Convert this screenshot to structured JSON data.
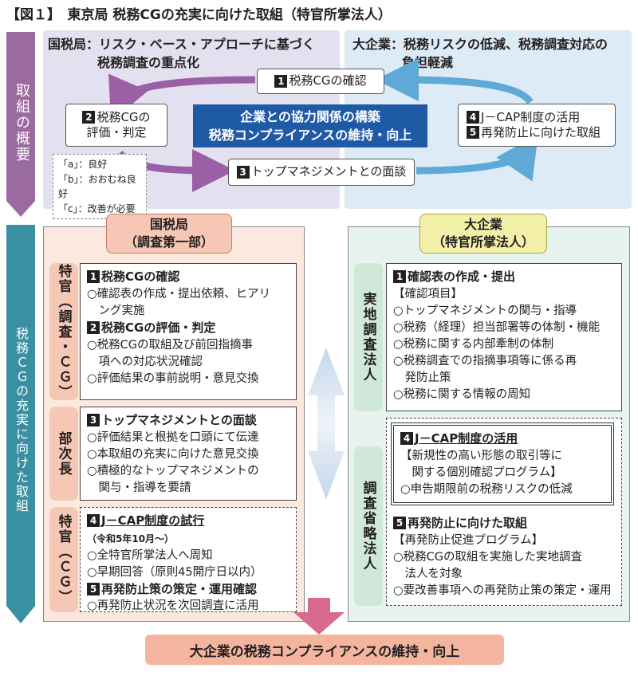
{
  "figure_title": "【図１】　東京局 税務CGの充実に向けた取組（特官所掌法人）",
  "sidebar": {
    "overview_label": "取組の概要",
    "details_label": "税務ＣＧの充実に向けた取組"
  },
  "overview": {
    "left_heading": [
      "国税局：リスク・ベース・アプローチに基づく",
      "税務調査の重点化"
    ],
    "right_heading": [
      "大企業：税務リスクの低減、税務調査対応の",
      "負担軽減"
    ],
    "step1": {
      "num": "1",
      "label": "税務CGの確認"
    },
    "step2": {
      "num": "2",
      "lines": [
        "税務CGの",
        "評価・判定"
      ]
    },
    "step3": {
      "num": "3",
      "label": "トップマネジメントとの面談"
    },
    "step4": {
      "num": "4",
      "label": "J－CAP制度の活用"
    },
    "step5": {
      "num": "5",
      "label": "再発防止に向けた取組"
    },
    "center": [
      "企業との協力関係の構築",
      "税務コンプライアンスの維持・向上"
    ],
    "legend": [
      "「a」：良好",
      "「b」：おおむね良好",
      "「c」：改善が必要"
    ],
    "colors": {
      "left_panel": "#e3e1ef",
      "right_panel": "#dcebf6",
      "purple_arrow": "#9b5fa5",
      "blue_arrow": "#5ea9d6",
      "center": "#1f5aa6"
    }
  },
  "left_org": {
    "header": [
      "国税局",
      "（調査第一部）"
    ],
    "roles": [
      "特官（調査・ＣＧ）",
      "部次長",
      "特官（ＣＧ）"
    ],
    "block1": [
      {
        "num": "1",
        "title": "税務CGの確認"
      },
      {
        "text": "○確認表の作成・提出依頼、ヒアリ"
      },
      {
        "text": "　ング実施"
      },
      {
        "num": "2",
        "title": "税務CGの評価・判定"
      },
      {
        "text": "○税務CGの取組及び前回指摘事"
      },
      {
        "text": "　項への対応状況確認"
      },
      {
        "text": "○評価結果の事前説明・意見交換"
      }
    ],
    "block2": [
      {
        "num": "3",
        "title": "トップマネジメントとの面談"
      },
      {
        "text": "○評価結果と根拠を口頭にて伝達"
      },
      {
        "text": "○本取組の充実に向けた意見交換"
      },
      {
        "text": "○積極的なトップマネジメントの"
      },
      {
        "text": "　関与・指導を要請"
      }
    ],
    "block3": [
      {
        "num": "4",
        "title": "J－CAP制度の試行",
        "suffix": "（令和5年10月～）"
      },
      {
        "text": "○全特官所掌法人へ周知"
      },
      {
        "text": "○早期回答（原則45開庁日以内）"
      },
      {
        "num": "5",
        "title": "再発防止策の策定・運用確認"
      },
      {
        "text": "○再発防止状況を次回調査に活用"
      }
    ]
  },
  "right_org": {
    "header": [
      "大企業",
      "（特官所掌法人）"
    ],
    "roles": [
      "実地調査法人",
      "調査省略法人"
    ],
    "block1": [
      {
        "num": "1",
        "title": "確認表の作成・提出"
      },
      {
        "text": "【確認項目】"
      },
      {
        "text": "○トップマネジメントの関与・指導"
      },
      {
        "text": "○税務（経理）担当部署等の体制・機能"
      },
      {
        "text": "○税務に関する内部牽制の体制"
      },
      {
        "text": "○税務調査での指摘事項等に係る再"
      },
      {
        "text": "　発防止策"
      },
      {
        "text": "○税務に関する情報の周知"
      }
    ],
    "block2": [
      {
        "num": "4",
        "title": "J－CAP制度の活用"
      },
      {
        "text": "【新規性の高い形態の取引等に"
      },
      {
        "text": "　関する個別確認プログラム】"
      },
      {
        "text": "○申告期限前の税務リスクの低減"
      }
    ],
    "block3": [
      {
        "num": "5",
        "title": "再発防止に向けた取組"
      },
      {
        "text": "【再発防止促進プログラム】"
      },
      {
        "text": "○税務CGの取組を実施した実地調査"
      },
      {
        "text": "　法人を対象"
      },
      {
        "text": "○要改善事項への再発防止策の策定・運用"
      }
    ]
  },
  "final_result": "大企業の税務コンプライアンスの維持・向上"
}
